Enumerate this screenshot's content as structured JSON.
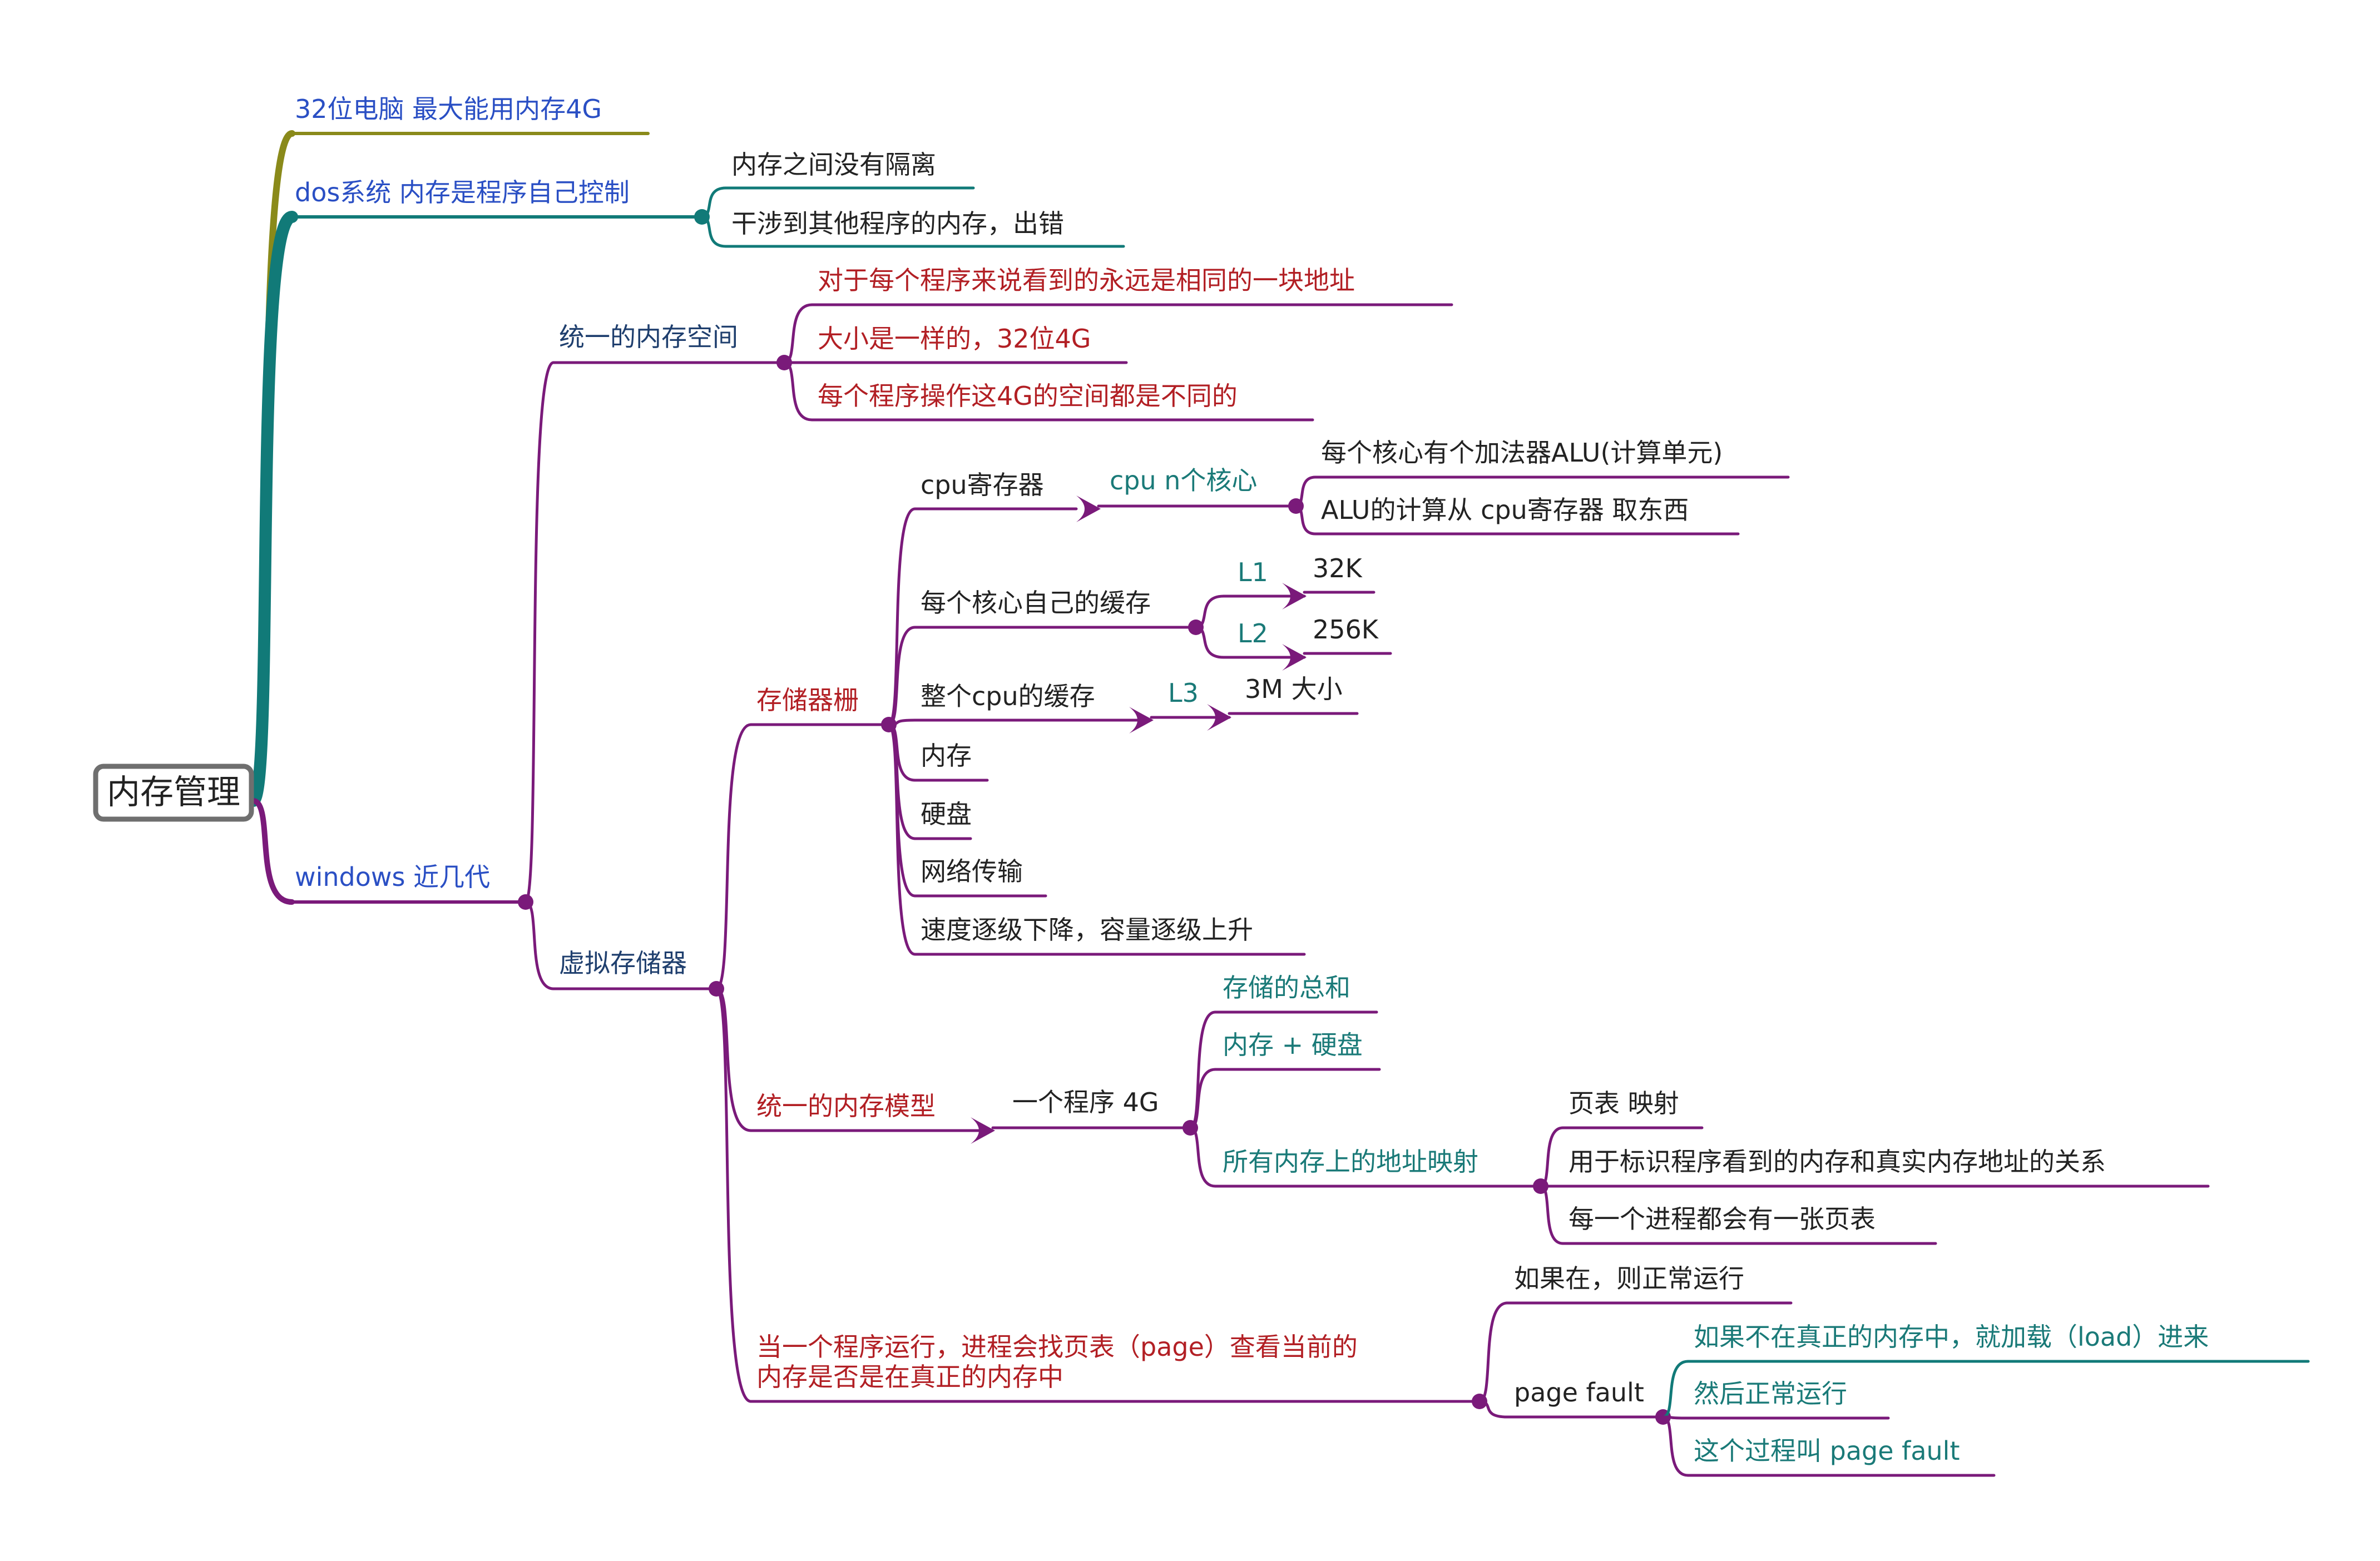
{
  "colors": {
    "purple": "#7a1a7a",
    "teal": "#117a78",
    "olive": "#8a8a1a",
    "blue": "#2a4fc4",
    "red": "#b21f24",
    "dark": "#222222",
    "tealText": "#1a7a78",
    "navy": "#1f3f6e",
    "rootBorder": "#6f6f6f"
  },
  "root": {
    "label": "内存管理"
  },
  "branches": {
    "b32": "32位电脑 最大能用内存4G",
    "dos": "dos系统 内存是程序自己控制",
    "dos_c1": "内存之间没有隔离",
    "dos_c2": "干涉到其他程序的内存，出错",
    "win": "windows 近几代"
  },
  "unified_space": {
    "label": "统一的内存空间",
    "c1": "对于每个程序来说看到的永远是相同的一块地址",
    "c2": "大小是一样的，32位4G",
    "c3": "每个程序操作这4G的空间都是不同的"
  },
  "virtual": {
    "label": "虚拟存储器"
  },
  "hierarchy": {
    "label": "存储器栅",
    "cpu_reg": "cpu寄存器",
    "cpu_cores": "cpu n个核心",
    "alu1": "每个核心有个加法器ALU(计算单元)",
    "alu2": "ALU的计算从 cpu寄存器 取东西",
    "core_cache": "每个核心自己的缓存",
    "l1": "L1",
    "l1v": "32K",
    "l2": "L2",
    "l2v": "256K",
    "cpu_cache": "整个cpu的缓存",
    "l3": "L3",
    "l3v": "3M 大小",
    "mem": "内存",
    "disk": "硬盘",
    "net": "网络传输",
    "speed": "速度逐级下降，容量逐级上升"
  },
  "model": {
    "label": "统一的内存模型",
    "prog": "一个程序 4G",
    "sum": "存储的总和",
    "memdisk": "内存 + 硬盘",
    "map": "所有内存上的地址映射",
    "pt1": "页表 映射",
    "pt2": "用于标识程序看到的内存和真实内存地址的关系",
    "pt3": "每一个进程都会有一张页表"
  },
  "run": {
    "line1": "当一个程序运行，进程会找页表（page）查看当前的",
    "line2": "内存是否是在真正的内存中",
    "ifin": "如果在，则正常运行",
    "pf": "page fault",
    "pf1": "如果不在真正的内存中，就加载（load）进来",
    "pf2": "然后正常运行",
    "pf3": "这个过程叫 page fault"
  }
}
